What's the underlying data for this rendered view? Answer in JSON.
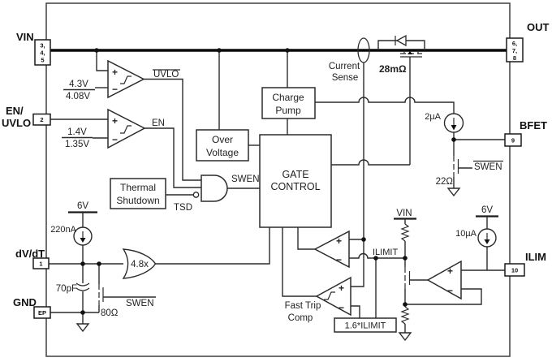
{
  "colors": {
    "background": "#ffffff",
    "line": "#2b2b2b",
    "power_line": "#0a0a0a"
  },
  "pins": {
    "vin": {
      "label": "VIN",
      "numbers": [
        "3,",
        "4,",
        "5"
      ]
    },
    "en_uvlo": {
      "label_line1": "EN/",
      "label_line2": "UVLO",
      "number": "2"
    },
    "dvdt": {
      "label": "dV/dT",
      "number": "1"
    },
    "gnd": {
      "label": "GND",
      "number": "EP"
    },
    "out": {
      "label": "OUT",
      "numbers": [
        "6,",
        "7,",
        "8"
      ]
    },
    "bfet": {
      "label": "BFET",
      "number": "9"
    },
    "ilim": {
      "label": "ILIM",
      "number": "10"
    }
  },
  "blocks": {
    "charge_pump": {
      "line1": "Charge",
      "line2": "Pump"
    },
    "over_voltage": {
      "line1": "Over",
      "line2": "Voltage"
    },
    "gate_control": {
      "line1": "GATE",
      "line2": "CONTROL"
    },
    "thermal_shutdown": {
      "line1": "Thermal",
      "line2": "Shutdown"
    },
    "ilimit_ref": {
      "label": "1.6*ILIMIT"
    }
  },
  "comparators": {
    "uvlo": {
      "vth_rising": "4.3V",
      "vth_falling": "4.08V",
      "output": "UVLO"
    },
    "en": {
      "vth_rising": "1.4V",
      "vth_falling": "1.35V",
      "output": "EN"
    },
    "fast_trip": {
      "label_line1": "Fast Trip",
      "label_line2": "Comp"
    }
  },
  "signals": {
    "tsd": "TSD",
    "swen": "SWEN",
    "swen_bar": "SWEN",
    "ilimit": "ILIMIT"
  },
  "components": {
    "current_sense_line1": "Current",
    "current_sense_line2": "Sense",
    "pass_fet_rdson": "28mΩ",
    "bfet_current": "2µA",
    "bfet_pulldown": "22Ω",
    "dvdt_rail": "6V",
    "dvdt_current": "220nA",
    "dvdt_gain": "4.8x",
    "dvdt_cap": "70pF",
    "dvdt_pulldown": "80Ω",
    "ilim_rail_vin": "VIN",
    "ilim_rail_6v": "6V",
    "ilim_current": "10µA"
  }
}
